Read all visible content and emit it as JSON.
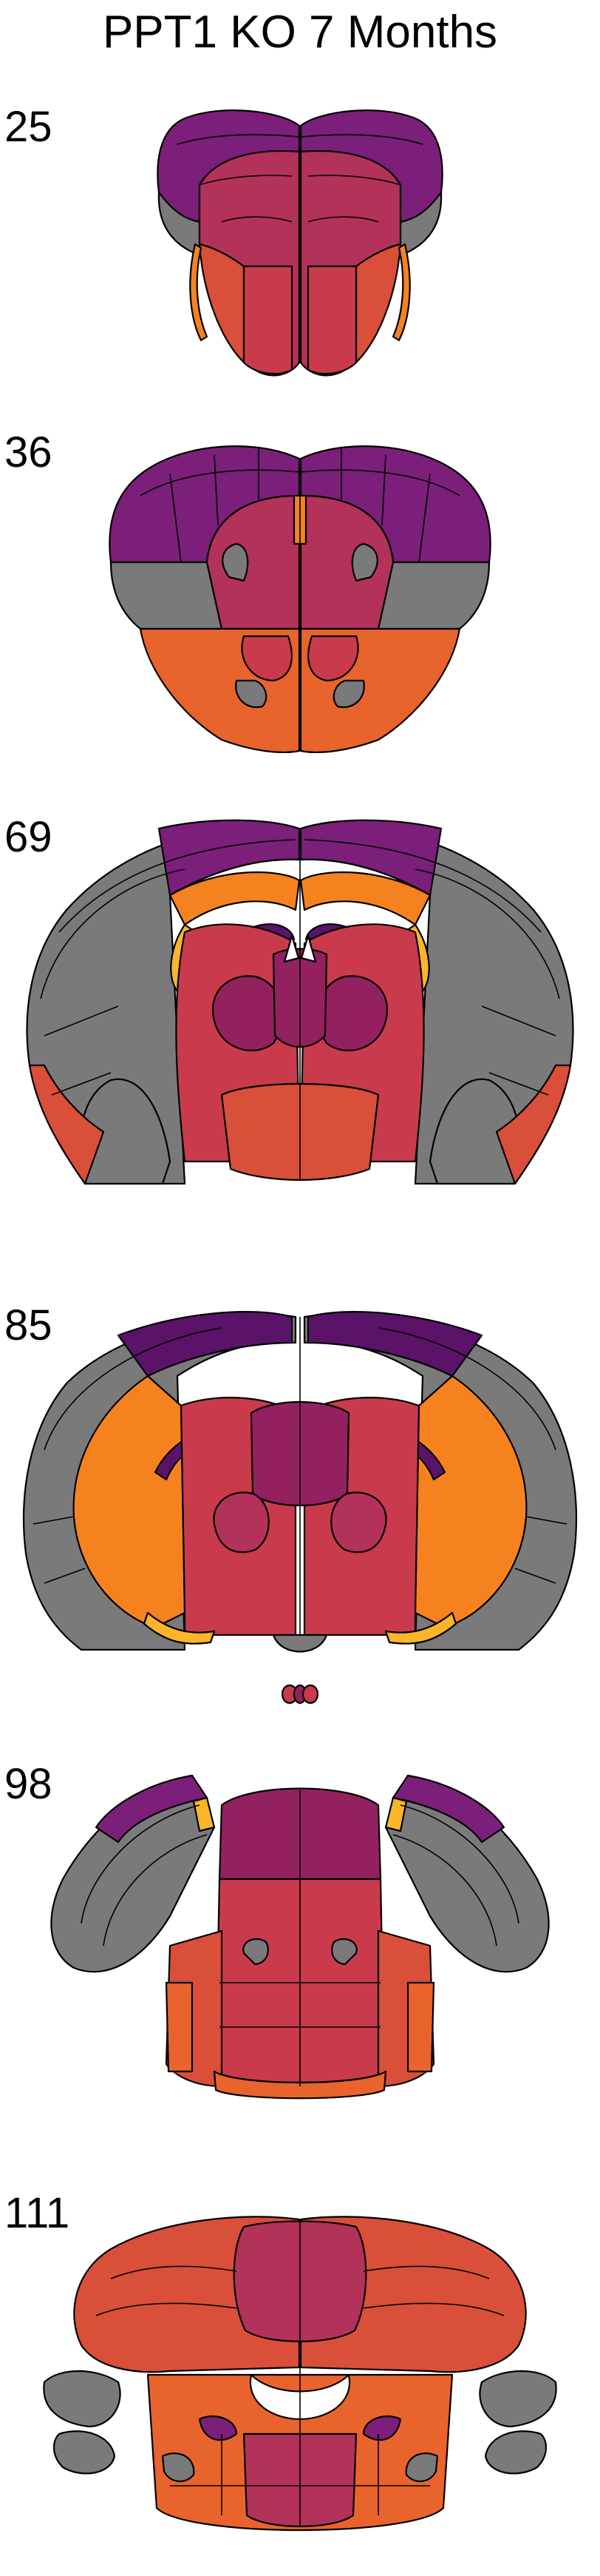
{
  "title": "PPT1 KO 7 Months",
  "colors": {
    "grey": "#7a7a7a",
    "purple": "#7b1f7a",
    "deep_purple": "#5a1368",
    "magenta": "#93215f",
    "crimson": "#b3325a",
    "red": "#c93b4c",
    "red_orange": "#d94f3a",
    "orange": "#e9632d",
    "bright_orange": "#f5821f",
    "yellow": "#fbb52a"
  },
  "slices": [
    {
      "label": "25"
    },
    {
      "label": "36"
    },
    {
      "label": "69"
    },
    {
      "label": "85"
    },
    {
      "label": "98"
    },
    {
      "label": "111"
    }
  ]
}
